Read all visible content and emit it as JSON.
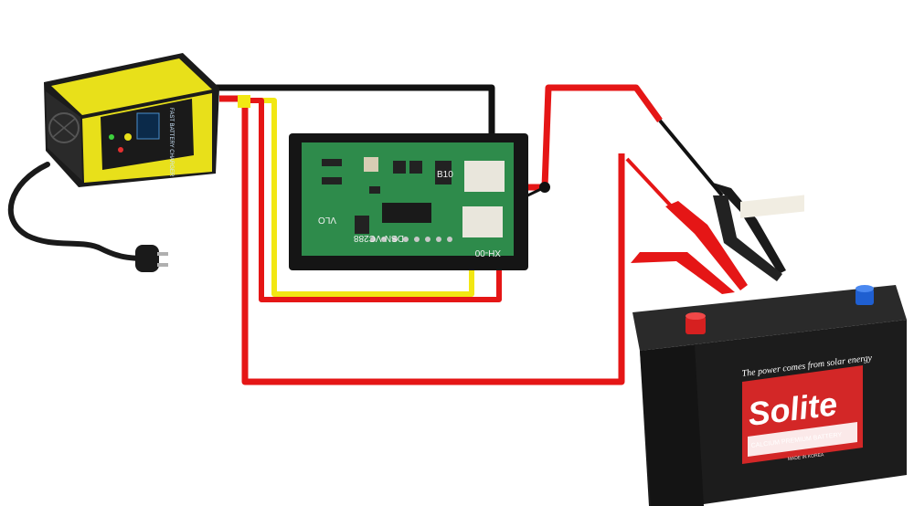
{
  "pcb": {
    "label_model": "DSN-VC288",
    "label_vlo": "VLO",
    "label_x": "XH-00",
    "label_ic": "B10"
  },
  "battery": {
    "slogan": "The power comes from solar energy",
    "brand": "Solite",
    "subtitle": "CALCIUM PREMIUM BATTERY",
    "made_in": "MADE IN KOREA"
  },
  "charger": {
    "side_text": "FAST BATTERY CHARGER"
  },
  "colors": {
    "wire_black": "#111111",
    "wire_red": "#e51616",
    "wire_yellow": "#f2e713",
    "pcb_green": "#2e8b4b",
    "charger_yellow": "#e8e01a",
    "battery_body": "#1c1c1c",
    "battery_badge": "#d32727"
  }
}
